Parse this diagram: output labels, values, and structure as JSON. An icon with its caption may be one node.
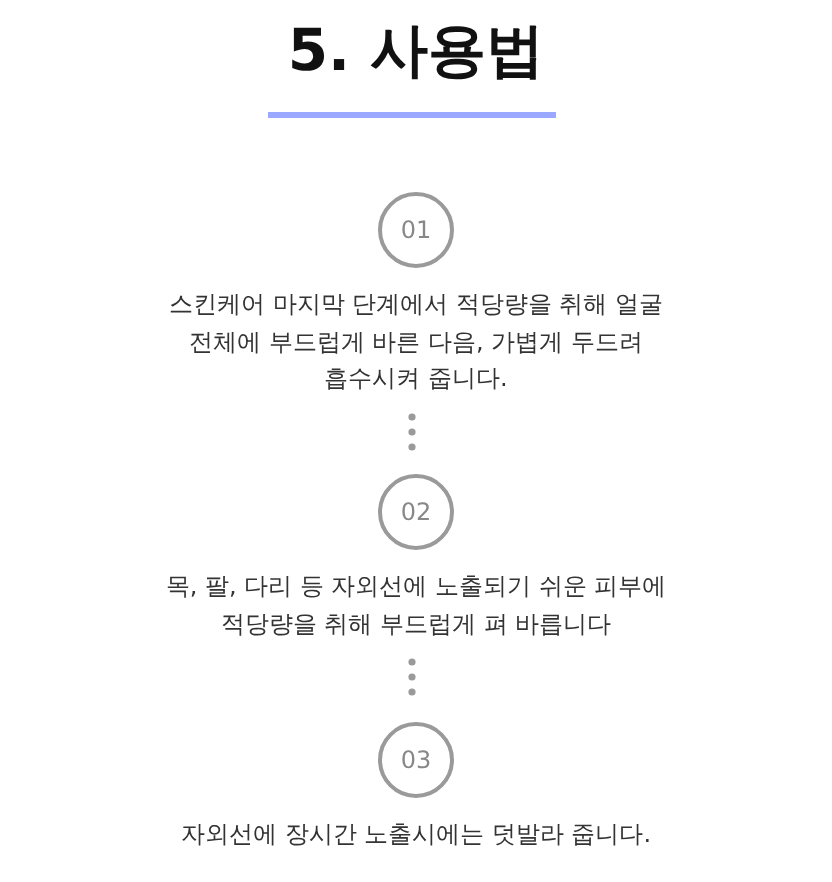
{
  "diagram": {
    "title": "5. 사용법",
    "nodes": [
      {
        "text": [
          "01"
        ],
        "beside": [
          "스킨케어 마지막 단계에서 적당량을 취해 얼굴 전체에 부드럽게 바른 다음, 가볍게 두드려 흡수시켜 줍니다."
        ]
      },
      {
        "text": [
          "02"
        ],
        "beside": [
          "목, 팔, 다리 등 자외선에 노출되기 쉬운 피부에 적당량을 취해 부드럽게 펴 바릅니다"
        ]
      },
      {
        "text": [
          "03"
        ],
        "beside": [
          "자외선에 장시간 노출시에는 덧발라 줍니다."
        ]
      }
    ],
    "edges": [
      {
        "from": 0,
        "to": 1,
        "arrow": "none",
        "style": "dashed"
      },
      {
        "from": 1,
        "to": 2,
        "arrow": "none",
        "style": "dashed"
      }
    ]
  }
}
